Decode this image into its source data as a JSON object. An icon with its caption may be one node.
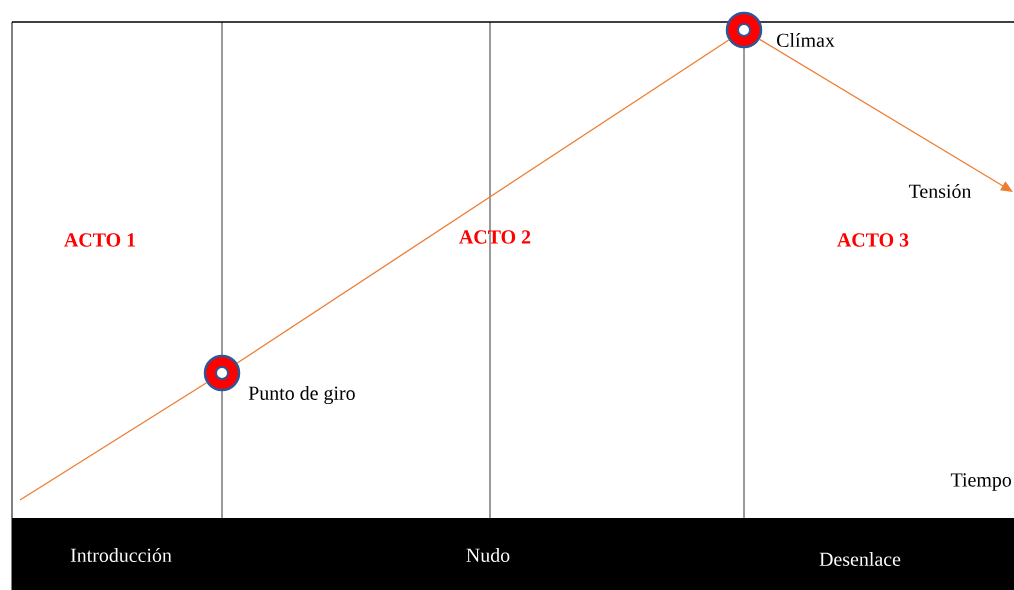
{
  "diagram": {
    "nodes": [
      {
        "text": [],
        "shape": "circle",
        "beside": [
          "Punto de giro"
        ]
      },
      {
        "text": [],
        "shape": "circle",
        "beside": [
          "Clímax"
        ]
      }
    ],
    "edges": [
      {
        "from": null,
        "to": 0,
        "arrow": "none"
      },
      {
        "from": 0,
        "to": 1,
        "arrow": "none"
      },
      {
        "from": 1,
        "to": null,
        "arrow": "to",
        "label": "Tensión"
      }
    ],
    "labels": [
      "ACTO 1",
      "ACTO 2",
      "ACTO 3",
      "Tiempo",
      "Introducción",
      "Nudo",
      "Desenlace"
    ]
  }
}
